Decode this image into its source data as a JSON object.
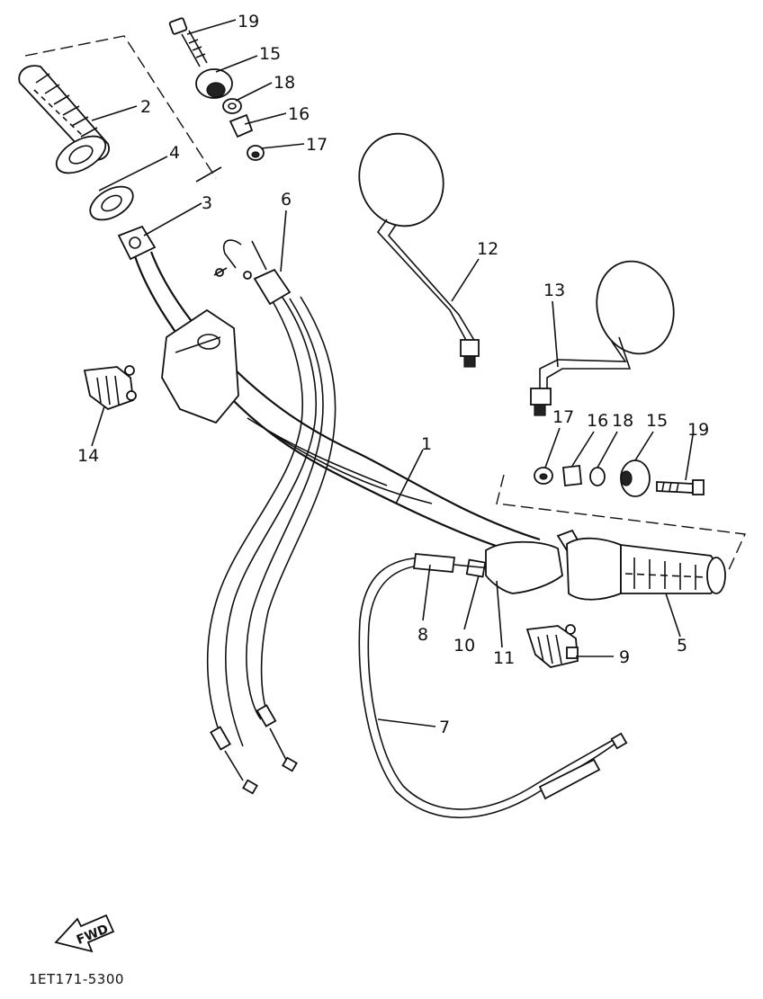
{
  "labels": {
    "p1": "1",
    "p2": "2",
    "p3": "3",
    "p4": "4",
    "p5": "5",
    "p6": "6",
    "p7": "7",
    "p8": "8",
    "p9": "9",
    "p10": "10",
    "p11": "11",
    "p12": "12",
    "p13": "13",
    "p14": "14",
    "p15a": "15",
    "p16a": "16",
    "p17a": "17",
    "p18a": "18",
    "p19a": "19",
    "p15b": "15",
    "p16b": "16",
    "p17b": "17",
    "p18b": "18",
    "p19b": "19"
  },
  "fwd_arrow": "FWD",
  "drawing_code": "1ET171-5300"
}
